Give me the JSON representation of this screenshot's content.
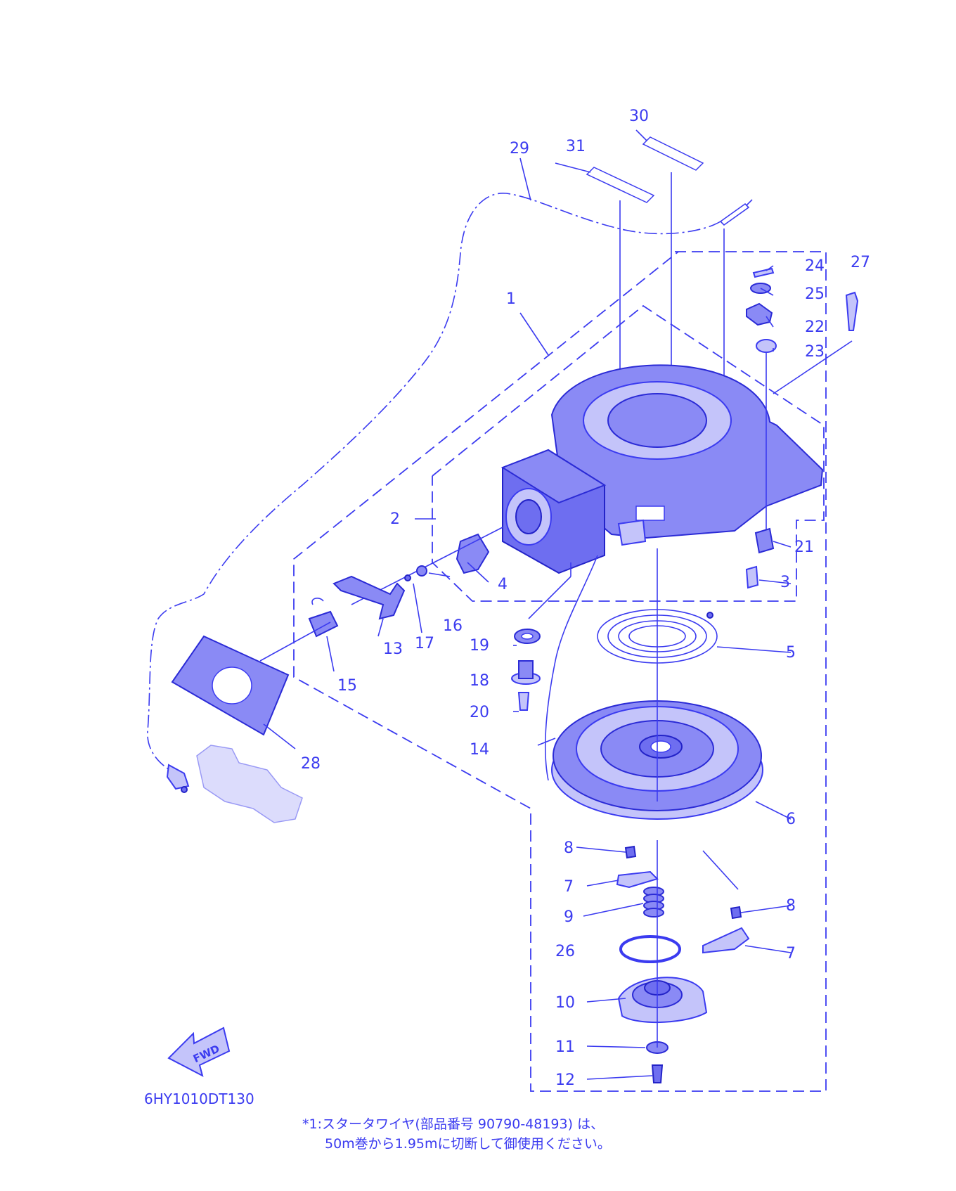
{
  "part_labels": {
    "p1": "1",
    "p2": "2",
    "p3": "3",
    "p4": "4",
    "p5": "5",
    "p6": "6",
    "p7a": "7",
    "p7b": "7",
    "p8a": "8",
    "p8b": "8",
    "p9": "9",
    "p10": "10",
    "p11": "11",
    "p12": "12",
    "p13": "13",
    "p14": "14",
    "p15": "15",
    "p16": "16",
    "p17": "17",
    "p18": "18",
    "p19": "19",
    "p20": "20",
    "p21": "21",
    "p22": "22",
    "p23": "23",
    "p24": "24",
    "p25": "25",
    "p26": "26",
    "p27": "27",
    "p28": "28",
    "p29": "29",
    "p30": "30",
    "p31": "31"
  },
  "fwd_label": "FWD",
  "diagram_code": "6HY1010DT130",
  "note": {
    "line1": "*1:スタータワイヤ(部品番号 90790-48193) は、",
    "line2": "50m巻から1.95mに切断して御使用ください。"
  },
  "colors": {
    "ink": "#3b3bf0",
    "fill": "#8a8af5"
  }
}
